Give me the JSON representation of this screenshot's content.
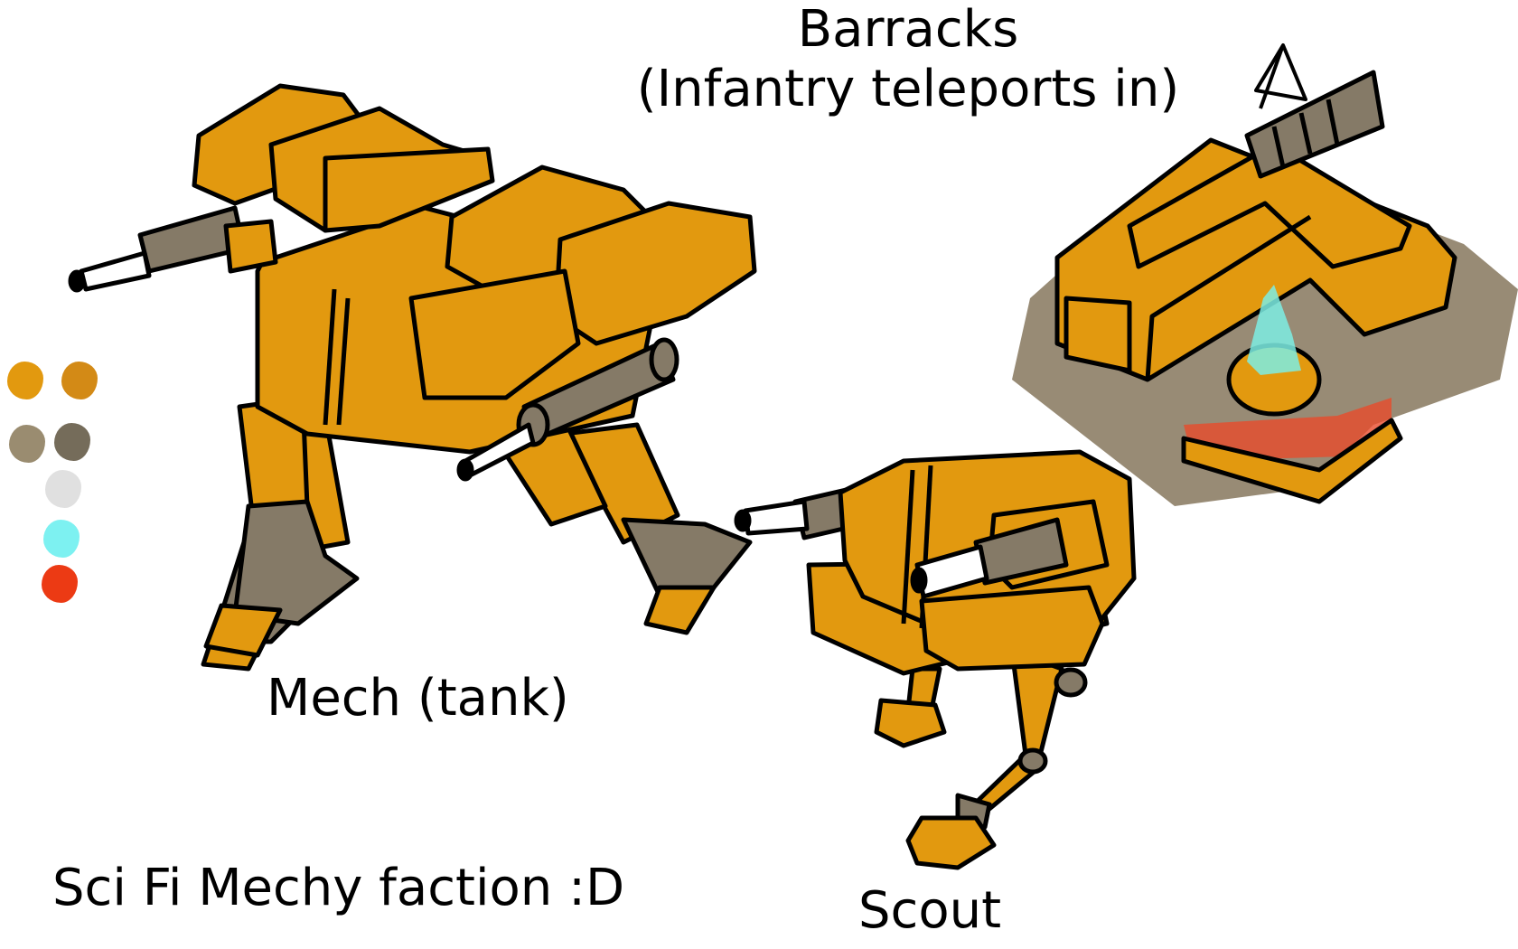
{
  "labels": {
    "barracks_line1": "Barracks",
    "barracks_line2": "(Infantry teleports in)",
    "mech": "Mech (tank)",
    "scout": "Scout",
    "faction": "Sci Fi Mechy faction :D"
  },
  "colors": {
    "hull": "#E2990F",
    "outline": "#000000",
    "metal": "#857A67",
    "barrel": "#FFFFFF",
    "shadow": "#8D7E66",
    "beam": "#7DEDE4",
    "field": "#E84B2C"
  },
  "palette": [
    {
      "name": "orange-light",
      "color": "#E2990F"
    },
    {
      "name": "orange-dark",
      "color": "#D38A16"
    },
    {
      "name": "gray-brown",
      "color": "#9A8C70"
    },
    {
      "name": "dark-gray-brown",
      "color": "#756C5A"
    },
    {
      "name": "light-gray",
      "color": "#E0E0E0"
    },
    {
      "name": "cyan",
      "color": "#7DF1F1"
    },
    {
      "name": "red-orange",
      "color": "#EC3A14"
    }
  ]
}
